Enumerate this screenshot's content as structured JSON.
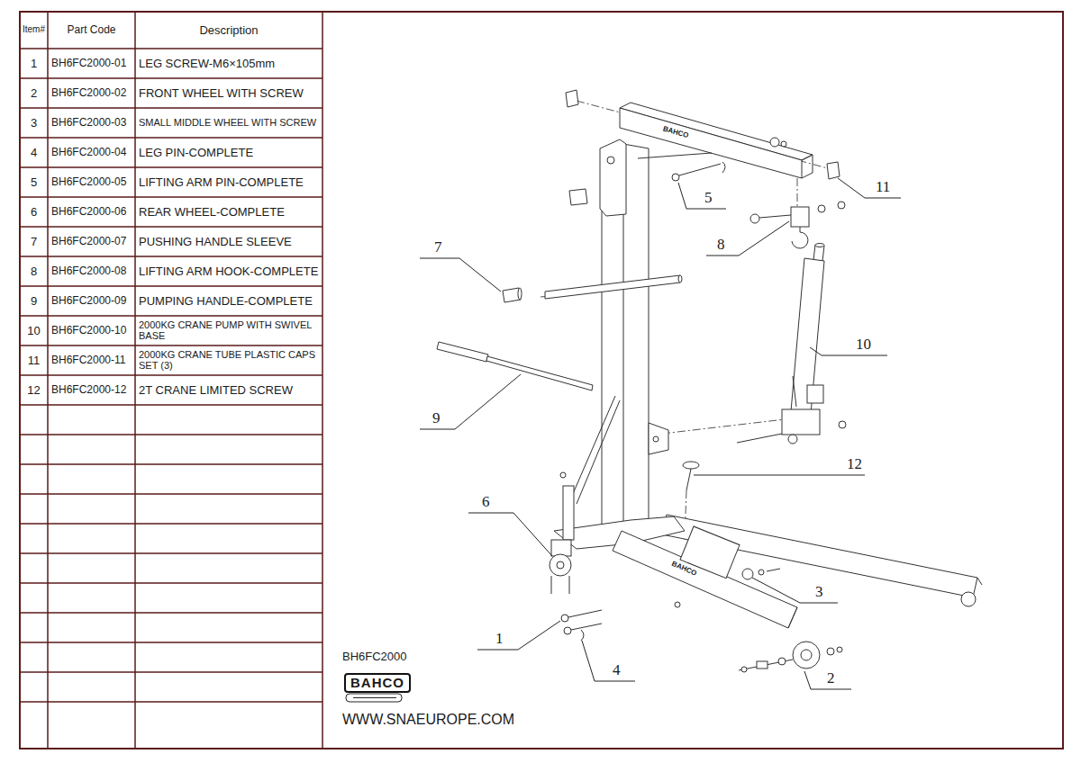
{
  "diagram": {
    "labels": [
      "Item#",
      "Part Code",
      "Description",
      "1",
      "BH6FC2000-01",
      "LEG SCREW-M6×105mm",
      "2",
      "BH6FC2000-02",
      "FRONT WHEEL WITH SCREW",
      "3",
      "BH6FC2000-03",
      "SMALL MIDDLE WHEEL WITH SCREW",
      "4",
      "BH6FC2000-04",
      "LEG PIN-COMPLETE",
      "5",
      "BH6FC2000-05",
      "LIFTING ARM PIN-COMPLETE",
      "6",
      "BH6FC2000-06",
      "REAR WHEEL-COMPLETE",
      "7",
      "BH6FC2000-07",
      "PUSHING HANDLE SLEEVE",
      "8",
      "BH6FC2000-08",
      "LIFTING ARM HOOK-COMPLETE",
      "9",
      "BH6FC2000-09",
      "PUMPING HANDLE-COMPLETE",
      "10",
      "BH6FC2000-10",
      "2000KG CRANE PUMP WITH SWIVEL BASE",
      "11",
      "BH6FC2000-11",
      "2000KG CRANE TUBE PLASTIC CAPS SET (3)",
      "12",
      "BH6FC2000-12",
      "2T CRANE LIMITED SCREW",
      "1",
      "2",
      "3",
      "4",
      "5",
      "6",
      "7",
      "8",
      "9",
      "10",
      "11",
      "12",
      "BAHCO",
      "BAHCO",
      "BH6FC2000",
      "BAHCO",
      "WWW.SNAEUROPE.COM"
    ]
  }
}
